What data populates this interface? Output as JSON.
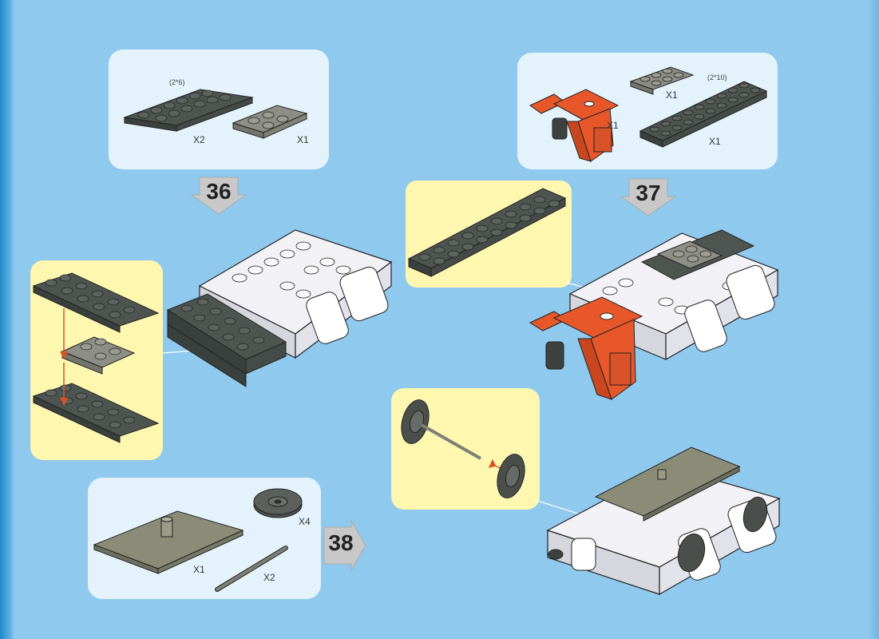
{
  "step36": {
    "number": "36",
    "parts": [
      {
        "name": "dark gray plate",
        "size": "(2*6)",
        "qty": "X2",
        "color": "#4e5551"
      },
      {
        "name": "light gray plate",
        "size": "",
        "qty": "X1",
        "color": "#8d8f85"
      }
    ]
  },
  "step37": {
    "number": "37",
    "parts": [
      {
        "name": "orange hitch assembly",
        "qty": "X1",
        "color": "#e8572a"
      },
      {
        "name": "light gray plate",
        "qty": "X1",
        "color": "#8d8f85"
      },
      {
        "name": "dark gray plate",
        "size": "(2*10)",
        "qty": "X1",
        "color": "#4e5551"
      }
    ]
  },
  "step38": {
    "number": "38",
    "parts": [
      {
        "name": "tile plate",
        "qty": "X1",
        "color": "#8a8c78"
      },
      {
        "name": "wheel",
        "qty": "X4",
        "color": "#4a4f4c"
      },
      {
        "name": "axle",
        "qty": "X2",
        "color": "#7e8074"
      }
    ]
  },
  "colors": {
    "background": "#8fc9ee",
    "parts_panel": "#e4f3fb",
    "callout_panel": "#fdf7b0",
    "arrow": "#c8c8c8",
    "guide_arrow": "#d9532a"
  }
}
